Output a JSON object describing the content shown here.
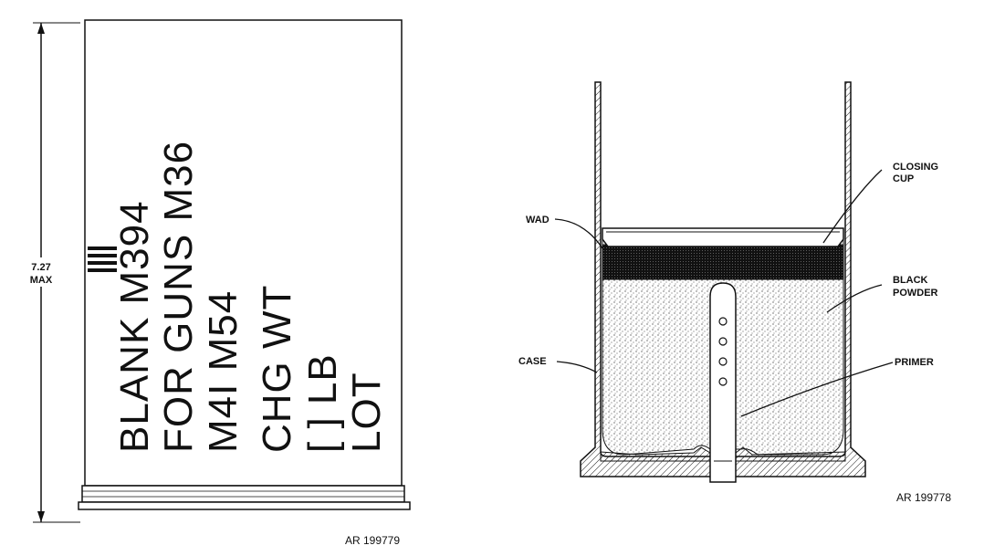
{
  "left_figure": {
    "dimension_value": "7.27",
    "dimension_unit": "MAX",
    "marking_lines": [
      "BLANK M394",
      "FOR GUNS M36",
      "M4I  M54",
      "CHG  WT",
      "[ ]  LB",
      "LOT"
    ],
    "figure_id": "AR 199779"
  },
  "right_figure": {
    "labels": {
      "wad": "WAD",
      "closing_cup_1": "CLOSING",
      "closing_cup_2": "CUP",
      "black_powder_1": "BLACK",
      "black_powder_2": "POWDER",
      "case": "CASE",
      "primer": "PRIMER"
    },
    "figure_id": "AR 199778"
  }
}
